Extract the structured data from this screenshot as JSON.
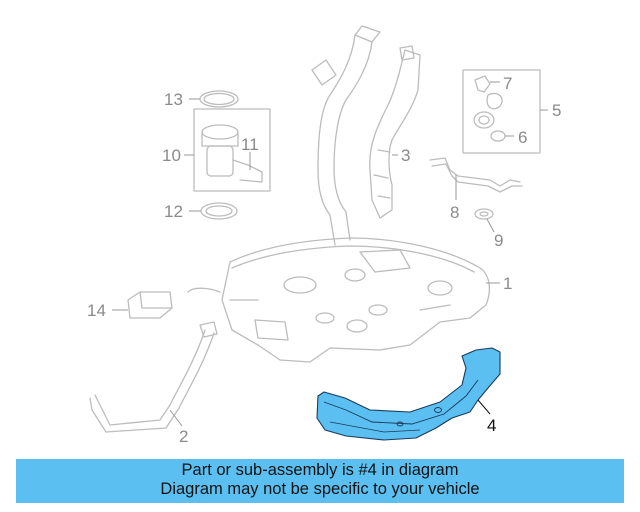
{
  "callouts": {
    "c1": "1",
    "c2": "2",
    "c3": "3",
    "c4": "4",
    "c5": "5",
    "c6": "6",
    "c7": "7",
    "c8": "8",
    "c9": "9",
    "c10": "10",
    "c11": "11",
    "c12": "12",
    "c13": "13",
    "c14": "14"
  },
  "highlight": {
    "part_number": "4",
    "color": "#5bc0f1",
    "stroke": "#1a3a5a"
  },
  "banner": {
    "line1": "Part or sub-assembly is #4 in diagram",
    "line2": "Diagram may not be specific to your vehicle",
    "color": "#5bc0f1"
  }
}
